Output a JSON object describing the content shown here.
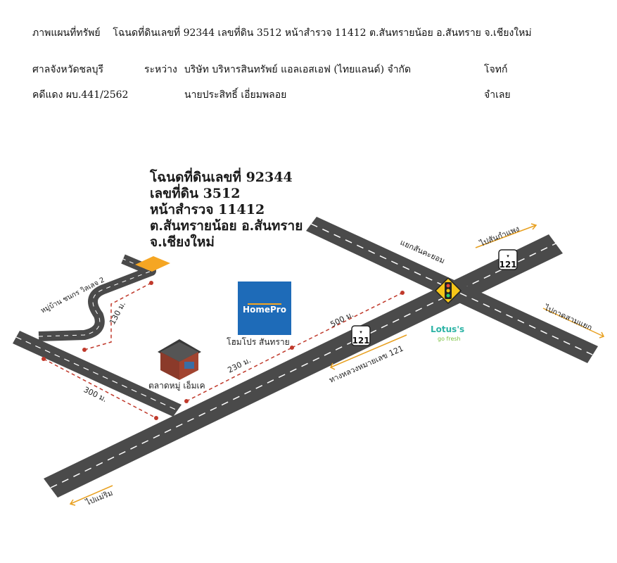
{
  "header": {
    "line1_a": "ภาพแผนที่ทรัพย์",
    "line1_b": "โฉนดที่ดินเลขที่ 92344 เลขที่ดิน 3512 หน้าสำรวจ 11412 ต.สันทรายน้อย อ.สันทราย จ.เชียงใหม่",
    "court": "ศาลจังหวัดชลบุรี",
    "between": "ระหว่าง",
    "plaintiff": "บริษัท บริหารสินทรัพย์ แอลเอสเอฟ (ไทยแลนด์) จำกัด",
    "plaintiff_role": "โจทก์",
    "case_no": "คดีแดง ผบ.441/2562",
    "defendant": "นายประสิทธิ์ เอี่ยมพลอย",
    "defendant_role": "จำเลย"
  },
  "property_info": [
    "โฉนดที่ดินเลขที่ 92344",
    "เลขที่ดิน 3512",
    "หน้าสำรวจ 11412",
    "ต.สันทรายน้อย อ.สันทราย",
    "จ.เชียงใหม่"
  ],
  "map": {
    "village_road": "หมู่บ้าน ชนกร วิลเลจ 2",
    "dist_130": "130 ม.",
    "dist_300": "300 ม.",
    "dist_230": "230 ม.",
    "dist_500": "500 ม.",
    "market": "ตลาดหมู่ เอ็มเค",
    "homepro_logo": "HomePro",
    "homepro": "โฮมโปร สันทราย",
    "intersection": "แยกสันคะยอม",
    "to_sankampaeng": "ไปสันกำแพง",
    "to_kad_samyaek": "ไปกาดสามแยก",
    "to_maerim": "ไปแม่ริม",
    "highway_name": "ทางหลวงหมายเลข 121",
    "route_no_1": "121",
    "route_no_2": "121",
    "lotus_brand": "Lotus's",
    "lotus_sub": "go fresh",
    "colors": {
      "road": "#4a4a4a",
      "property": "#f5a623",
      "dashed_route": "#c0392b",
      "homepro_blue": "#1e6bb8",
      "lotus_green": "#2cb3a5",
      "arrow": "#e8a020"
    }
  }
}
